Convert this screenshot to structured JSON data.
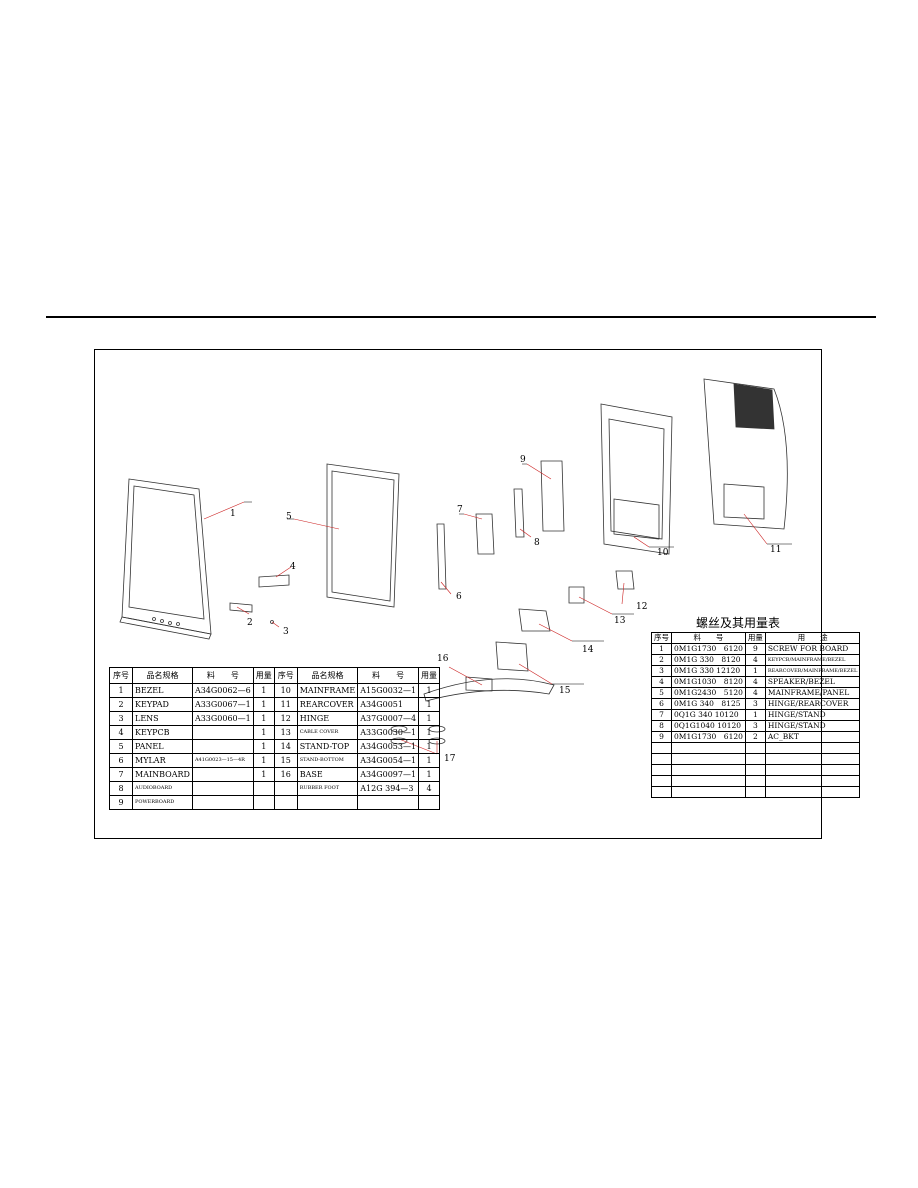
{
  "parts_table": {
    "headers": [
      "序号",
      "品名规格",
      "料　　号",
      "用量",
      "序号",
      "品名规格",
      "料　　号",
      "用量"
    ],
    "rows": [
      {
        "no": "1",
        "name": "BEZEL",
        "code": "A34G0062—6",
        "qty": "1",
        "no2": "10",
        "name2": "MAINFRAME",
        "code2": "A15G0032—1",
        "qty2": "1"
      },
      {
        "no": "2",
        "name": "KEYPAD",
        "code": "A33G0067—1",
        "qty": "1",
        "no2": "11",
        "name2": "REARCOVER",
        "code2": "A34G0051",
        "qty2": "1"
      },
      {
        "no": "3",
        "name": "LENS",
        "code": "A33G0060—1",
        "qty": "1",
        "no2": "12",
        "name2": "HINGE",
        "code2": "A37G0007—4",
        "qty2": "1"
      },
      {
        "no": "4",
        "name": "KEYPCB",
        "code": "",
        "qty": "1",
        "no2": "13",
        "name2": "CABLE COVER",
        "code2": "A33G0030—1",
        "qty2": "1"
      },
      {
        "no": "5",
        "name": "PANEL",
        "code": "",
        "qty": "1",
        "no2": "14",
        "name2": "STAND-TOP",
        "code2": "A34G0053—1",
        "qty2": "1"
      },
      {
        "no": "6",
        "name": "MYLAR",
        "code": "A41G0023—15—4R",
        "qty": "1",
        "no2": "15",
        "name2": "STAND-BOTTOM",
        "code2": "A34G0054—1",
        "qty2": "1"
      },
      {
        "no": "7",
        "name": "MAINBOARD",
        "code": "",
        "qty": "1",
        "no2": "16",
        "name2": "BASE",
        "code2": "A34G0097—1",
        "qty2": "1"
      },
      {
        "no": "8",
        "name": "AUDIOBOARD",
        "code": "",
        "qty": "",
        "no2": "",
        "name2": "RUBBER FOOT",
        "code2": "A12G 394—3",
        "qty2": "4"
      },
      {
        "no": "9",
        "name": "POWERBOARD",
        "code": "",
        "qty": "",
        "no2": "",
        "name2": "",
        "code2": "",
        "qty2": ""
      }
    ]
  },
  "screw_table": {
    "title": "螺丝及其用量表",
    "headers": [
      "序号",
      "料　　号",
      "用量",
      "用　　途"
    ],
    "rows": [
      {
        "no": "1",
        "code": "0M1G1730　6120",
        "qty": "9",
        "use": "SCREW FOR BOARD"
      },
      {
        "no": "2",
        "code": "0M1G 330　8120",
        "qty": "4",
        "use": "KEYPCB/MAINFRAME/BEZEL"
      },
      {
        "no": "3",
        "code": "0M1G 330 12120",
        "qty": "1",
        "use": "REARCOVER/MAINFRAME/BEZEL"
      },
      {
        "no": "4",
        "code": "0M1G1030　8120",
        "qty": "4",
        "use": "SPEAKER/BEZEL"
      },
      {
        "no": "5",
        "code": "0M1G2430　5120",
        "qty": "4",
        "use": "MAINFRAME/PANEL"
      },
      {
        "no": "6",
        "code": "0M1G 340　8125",
        "qty": "3",
        "use": "HINGE/REARCOVER"
      },
      {
        "no": "7",
        "code": "0Q1G 340 10120",
        "qty": "1",
        "use": "HINGE/STAND"
      },
      {
        "no": "8",
        "code": "0Q1G1040 10120",
        "qty": "3",
        "use": "HINGE/STAND"
      },
      {
        "no": "9",
        "code": "0M1G1730　6120",
        "qty": "2",
        "use": "AC_BKT"
      },
      {
        "no": "",
        "code": "",
        "qty": "",
        "use": ""
      },
      {
        "no": "",
        "code": "",
        "qty": "",
        "use": ""
      },
      {
        "no": "",
        "code": "",
        "qty": "",
        "use": ""
      },
      {
        "no": "",
        "code": "",
        "qty": "",
        "use": ""
      },
      {
        "no": "",
        "code": "",
        "qty": "",
        "use": ""
      }
    ]
  },
  "callouts": [
    "1",
    "2",
    "3",
    "4",
    "5",
    "6",
    "7",
    "8",
    "9",
    "10",
    "11",
    "12",
    "13",
    "14",
    "15",
    "16",
    "17"
  ],
  "colors": {
    "line": "#000000",
    "leader": "#cc2222"
  }
}
